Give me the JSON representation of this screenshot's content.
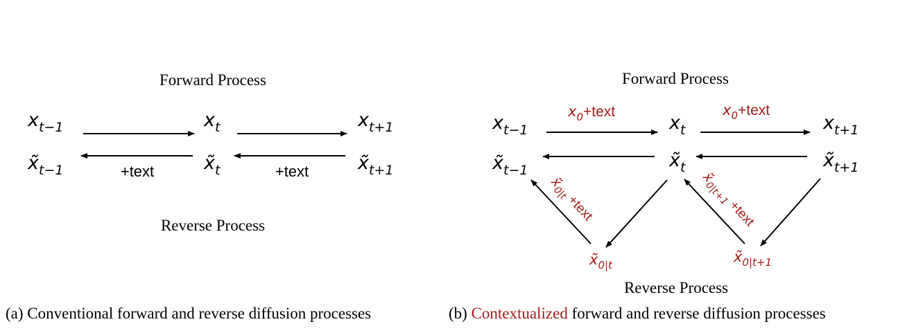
{
  "colors": {
    "accent": "#a51c1c",
    "text": "#000000"
  },
  "panel_a": {
    "title_top": "Forward Process",
    "title_bottom": "Reverse Process",
    "nodes": {
      "x_tm1": {
        "base": "x",
        "sub": "t−1"
      },
      "x_t": {
        "base": "x",
        "sub": "t"
      },
      "x_tp1": {
        "base": "x",
        "sub": "t+1"
      },
      "xt_tm1": {
        "base": "x̃",
        "sub": "t−1"
      },
      "xt_t": {
        "base": "x̃",
        "sub": "t"
      },
      "xt_tp1": {
        "base": "x̃",
        "sub": "t+1"
      }
    },
    "edge_labels": {
      "left": "+text",
      "right": "+text"
    },
    "caption": "(a) Conventional forward and reverse diffusion processes"
  },
  "panel_b": {
    "title_top": "Forward Process",
    "title_bottom": "Reverse Process",
    "nodes": {
      "x_tm1": {
        "base": "x",
        "sub": "t−1"
      },
      "x_t": {
        "base": "x",
        "sub": "t"
      },
      "x_tp1": {
        "base": "x",
        "sub": "t+1"
      },
      "xt_tm1": {
        "base": "x̃",
        "sub": "t−1"
      },
      "xt_t": {
        "base": "x̃",
        "sub": "t"
      },
      "xt_tp1": {
        "base": "x̃",
        "sub": "t+1"
      },
      "x0_t": {
        "base": "x̃",
        "sub": "0|t"
      },
      "x0_tp1": {
        "base": "x̃",
        "sub": "0|t+1"
      }
    },
    "edge_labels": {
      "fwd_left": {
        "base": "x",
        "sub": "0",
        "suffix": "+text"
      },
      "fwd_right": {
        "base": "x",
        "sub": "0",
        "suffix": "+text"
      },
      "diag_left": {
        "base": "x̃",
        "sub": "0|t",
        "suffix": " +text"
      },
      "diag_right": {
        "base": "x̃",
        "sub": "0|t+1",
        "suffix": " +text"
      }
    },
    "caption": {
      "prefix": "(b) ",
      "highlight": "Contextualized",
      "suffix": " forward and reverse diffusion processes"
    }
  }
}
